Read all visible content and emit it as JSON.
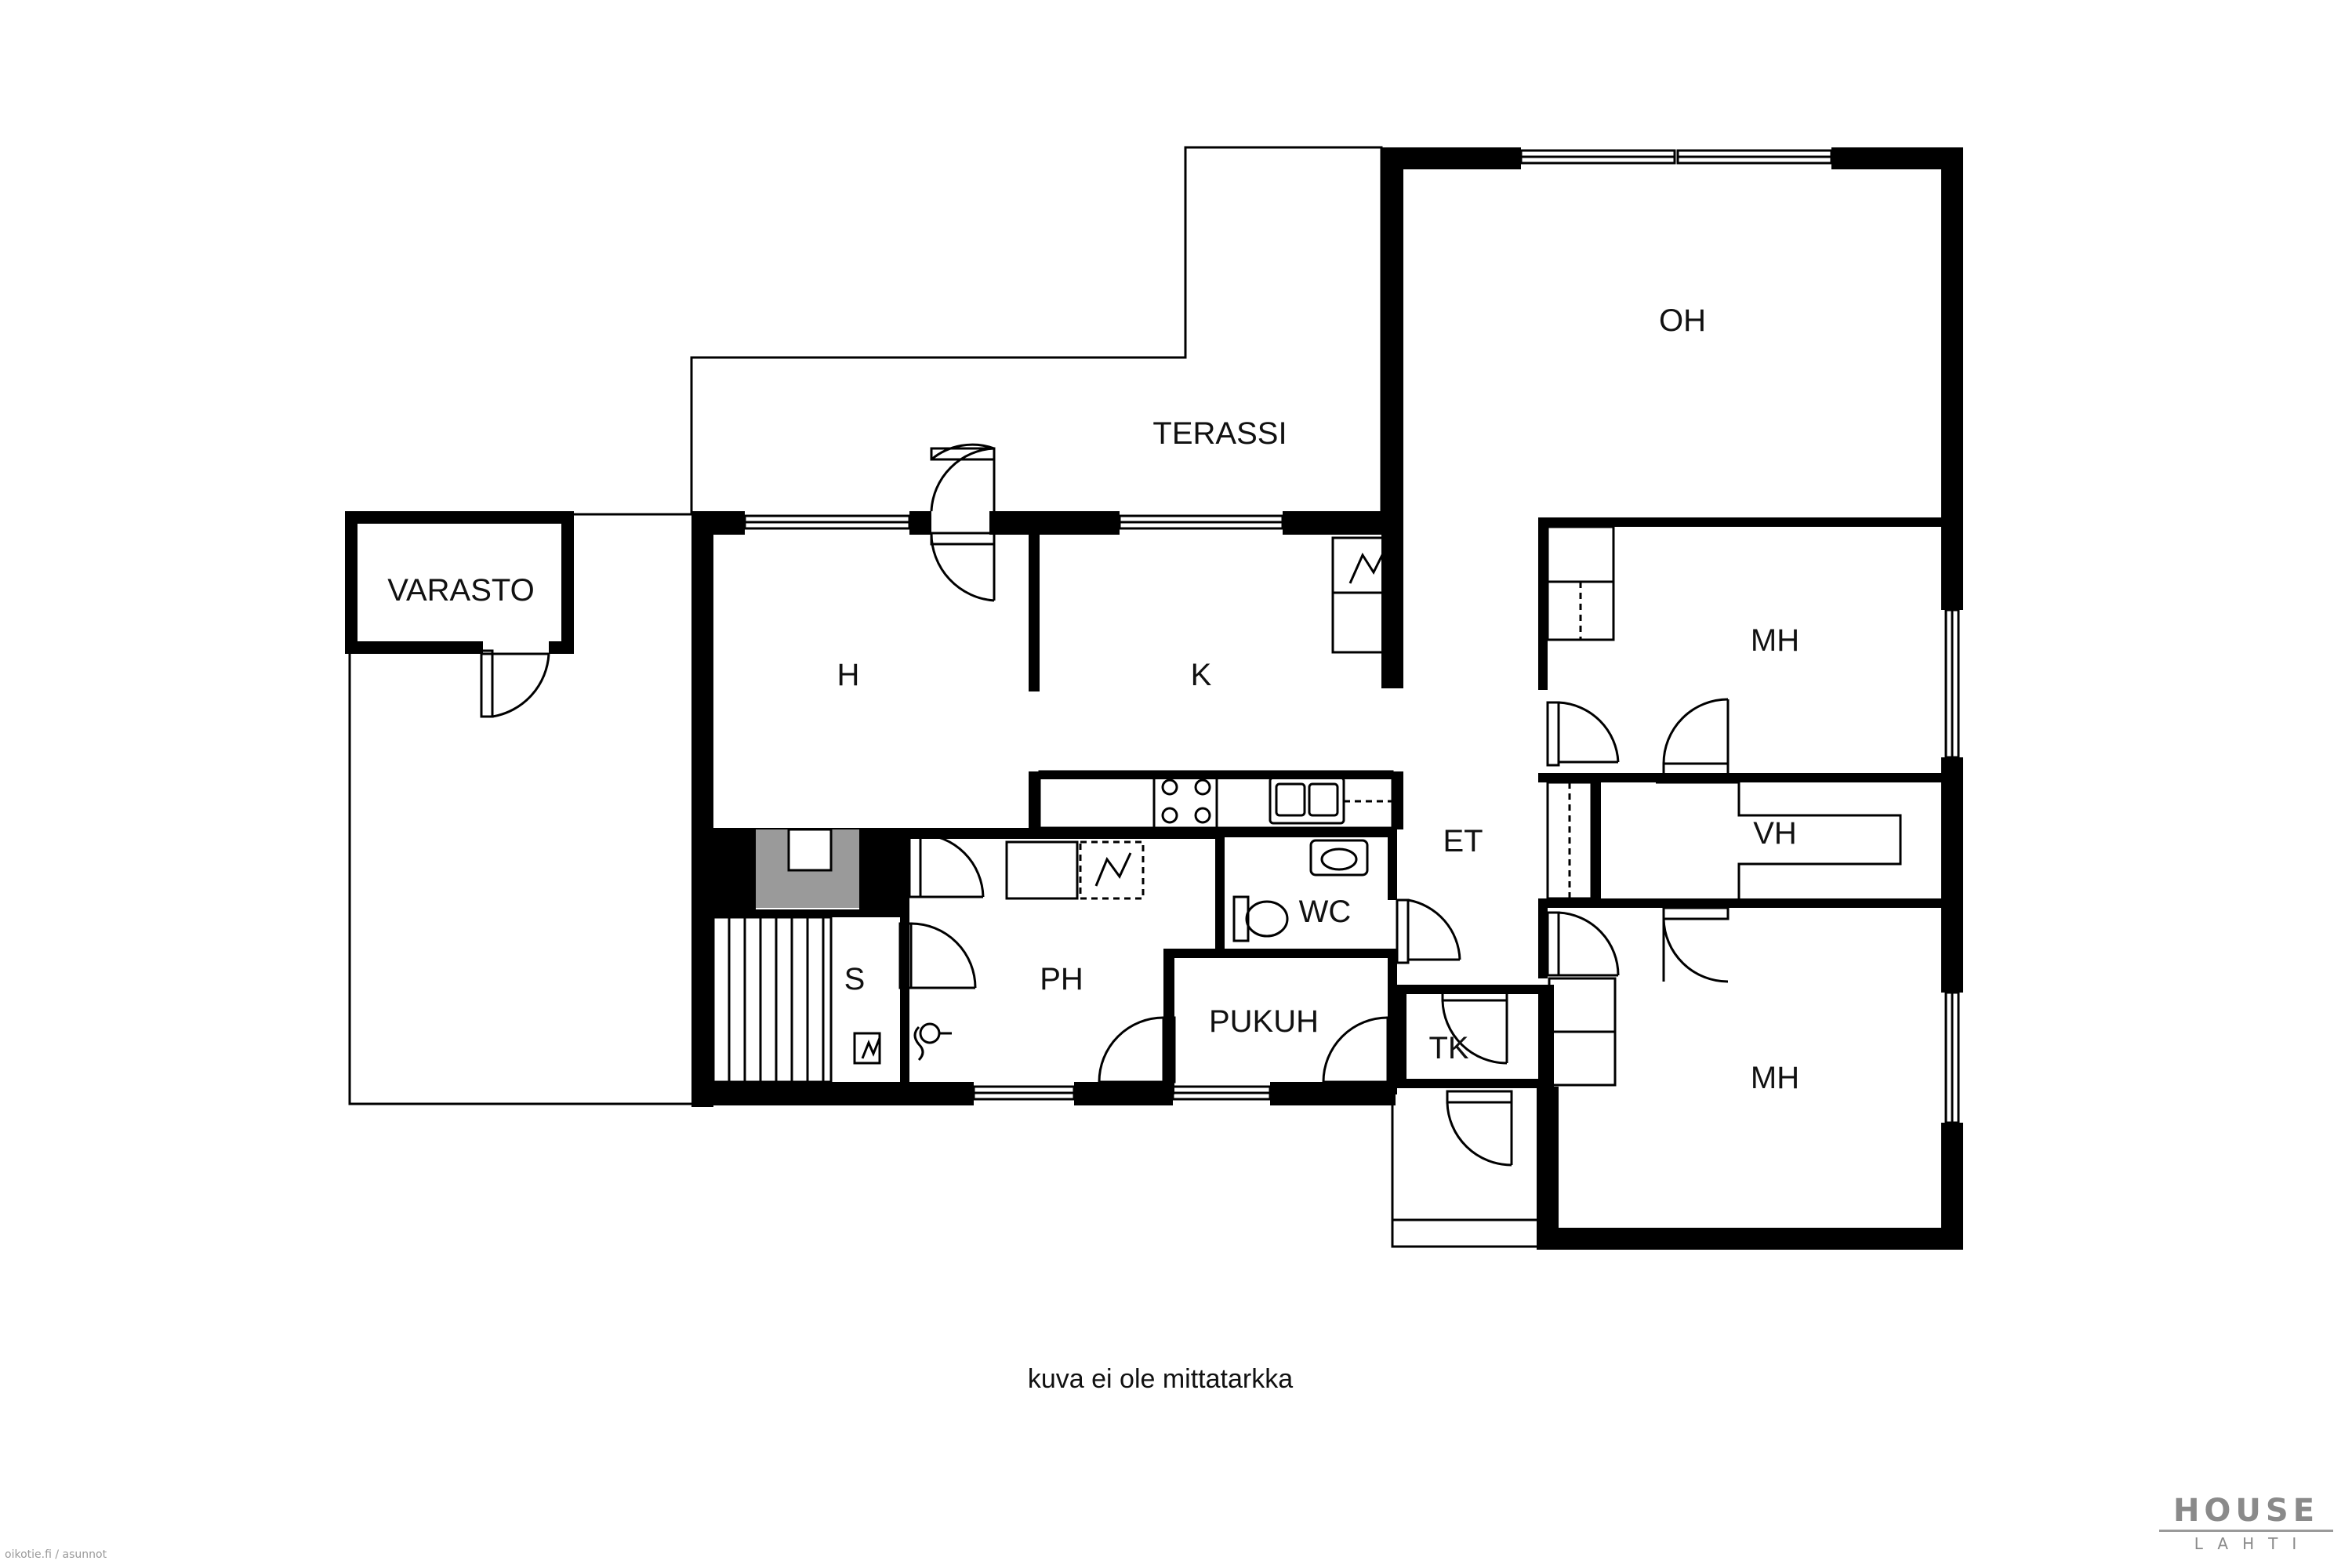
{
  "rooms": {
    "terassi": "TERASSI",
    "oh": "OH",
    "varasto": "VARASTO",
    "h": "H",
    "k": "K",
    "mh_upper": "MH",
    "mh_lower": "MH",
    "et": "ET",
    "vh": "VH",
    "wc": "WC",
    "ph": "PH",
    "s": "S",
    "pukuh": "PUKUH",
    "tk": "TK"
  },
  "caption": "kuva ei ole mittatarkka",
  "credit": "oikotie.fi / asunnot",
  "logo": {
    "top": "HOUSE",
    "bottom": "LAHTI"
  },
  "colors": {
    "wall": "#000000",
    "outline": "#000000",
    "background": "#ffffff",
    "logo": "#8a8a8a",
    "stove_fill": "#9a9a9a"
  }
}
